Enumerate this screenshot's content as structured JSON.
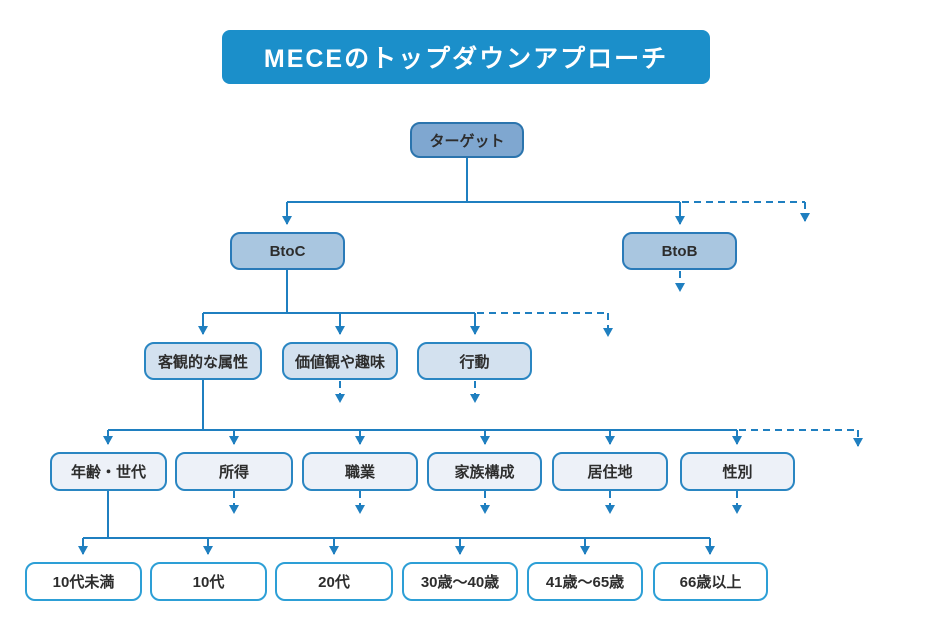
{
  "title": "MECEのトップダウンアプローチ",
  "colors": {
    "banner": "#1b8fca",
    "title-text": "#ffffff",
    "line": "#1f7fc0",
    "node-text": "#2d2d2d",
    "fill-l1": "#7fa7d0",
    "border-l1": "#2b74ad",
    "fill-l2": "#a9c6e0",
    "border-l2": "#2a7ab8",
    "fill-l3": "#d3e1ef",
    "border-l3": "#2a86c2",
    "fill-l4": "#edf1f8",
    "border-l4": "#2a86c2",
    "fill-l5": "#ffffff",
    "border-l5": "#2d9fd6"
  },
  "tree": {
    "root": {
      "label": "ターゲット"
    },
    "level2": [
      {
        "label": "BtoC"
      },
      {
        "label": "BtoB"
      }
    ],
    "level3": [
      {
        "label": "客観的な属性"
      },
      {
        "label": "価値観や趣味"
      },
      {
        "label": "行動"
      }
    ],
    "level4": [
      {
        "label": "年齢・世代"
      },
      {
        "label": "所得"
      },
      {
        "label": "職業"
      },
      {
        "label": "家族構成"
      },
      {
        "label": "居住地"
      },
      {
        "label": "性別"
      }
    ],
    "level5": [
      {
        "label": "10代未満"
      },
      {
        "label": "10代"
      },
      {
        "label": "20代"
      },
      {
        "label": "30歳〜40歳"
      },
      {
        "label": "41歳〜65歳"
      },
      {
        "label": "66歳以上"
      }
    ]
  }
}
